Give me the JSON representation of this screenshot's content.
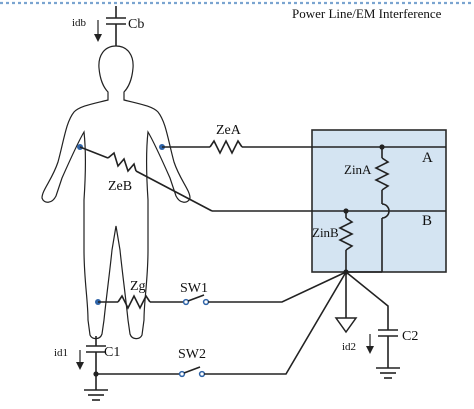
{
  "title": "Power Line/EM Interference",
  "labels": {
    "idb": "idb",
    "cb": "Cb",
    "zea": "ZeA",
    "zeb": "ZeB",
    "zina": "ZinA",
    "zinb": "ZinB",
    "a": "A",
    "b": "B",
    "zg": "Zg",
    "sw1": "SW1",
    "sw2": "SW2",
    "id1": "id1",
    "c1": "C1",
    "id2": "id2",
    "c2": "C2"
  },
  "colors": {
    "amplifier_box_fill": "#d4e4f2",
    "amplifier_box_stroke": "#2b2b2b",
    "electrode_dot": "#2f64a8",
    "dashed_rule": "#7aa4d0"
  }
}
